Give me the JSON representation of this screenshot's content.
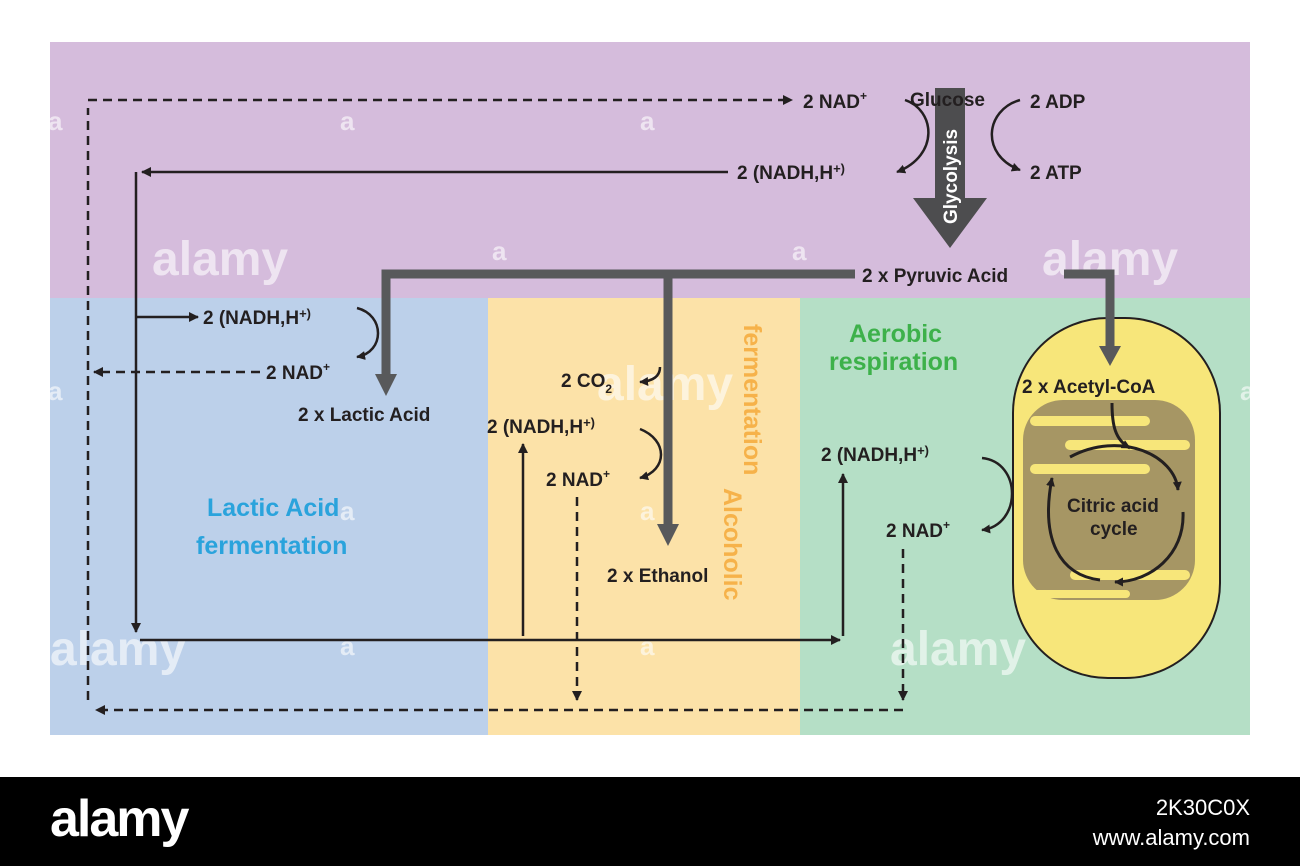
{
  "colors": {
    "glycolysis_bg": "#d5bcdc",
    "lactic_bg": "#bcd0ea",
    "alcoholic_bg": "#fce2a8",
    "aerobic_bg": "#b5dfc6",
    "mitochondrion_fill": "#f7e67a",
    "mitochondrion_inner": "#a69664",
    "flow_arrow": "#58595b",
    "lactic_title": "#2aa3dc",
    "alcoholic_title": "#f6b24a",
    "aerobic_title": "#3db14a"
  },
  "glycolysis": {
    "glucose": "Glucose",
    "arrow_label": "Glycolysis",
    "nad_plus": "2 NAD",
    "nadh": "2 (NADH,H",
    "adp": "2 ADP",
    "atp": "2 ATP",
    "pyruvic": "2 x Pyruvic Acid"
  },
  "lactic": {
    "nadh": "2 (NADH,H",
    "nad_plus": "2 NAD",
    "product": "2 x Lactic Acid",
    "title_line1": "Lactic Acid",
    "title_line2": "fermentation"
  },
  "alcoholic": {
    "co2": "2 CO",
    "co2_sub": "2",
    "nadh": "2 (NADH,H",
    "nad_plus": "2 NAD",
    "product": "2 x Ethanol",
    "title_line1": "Alcoholic",
    "title_line2": "fermentation"
  },
  "aerobic": {
    "title_line1": "Aerobic",
    "title_line2": "respiration",
    "acetyl": "2 x Acetyl-CoA",
    "nadh": "2 (NADH,H",
    "nad_plus": "2 NAD",
    "cycle_line1": "Citric acid",
    "cycle_line2": "cycle"
  },
  "sup": {
    "plus": "+",
    "plus_close": "+)"
  },
  "watermark": {
    "text": "alamy",
    "small": "a"
  },
  "footer": {
    "brand": "alamy",
    "image_id": "2K30C0X",
    "site": "www.alamy.com"
  }
}
